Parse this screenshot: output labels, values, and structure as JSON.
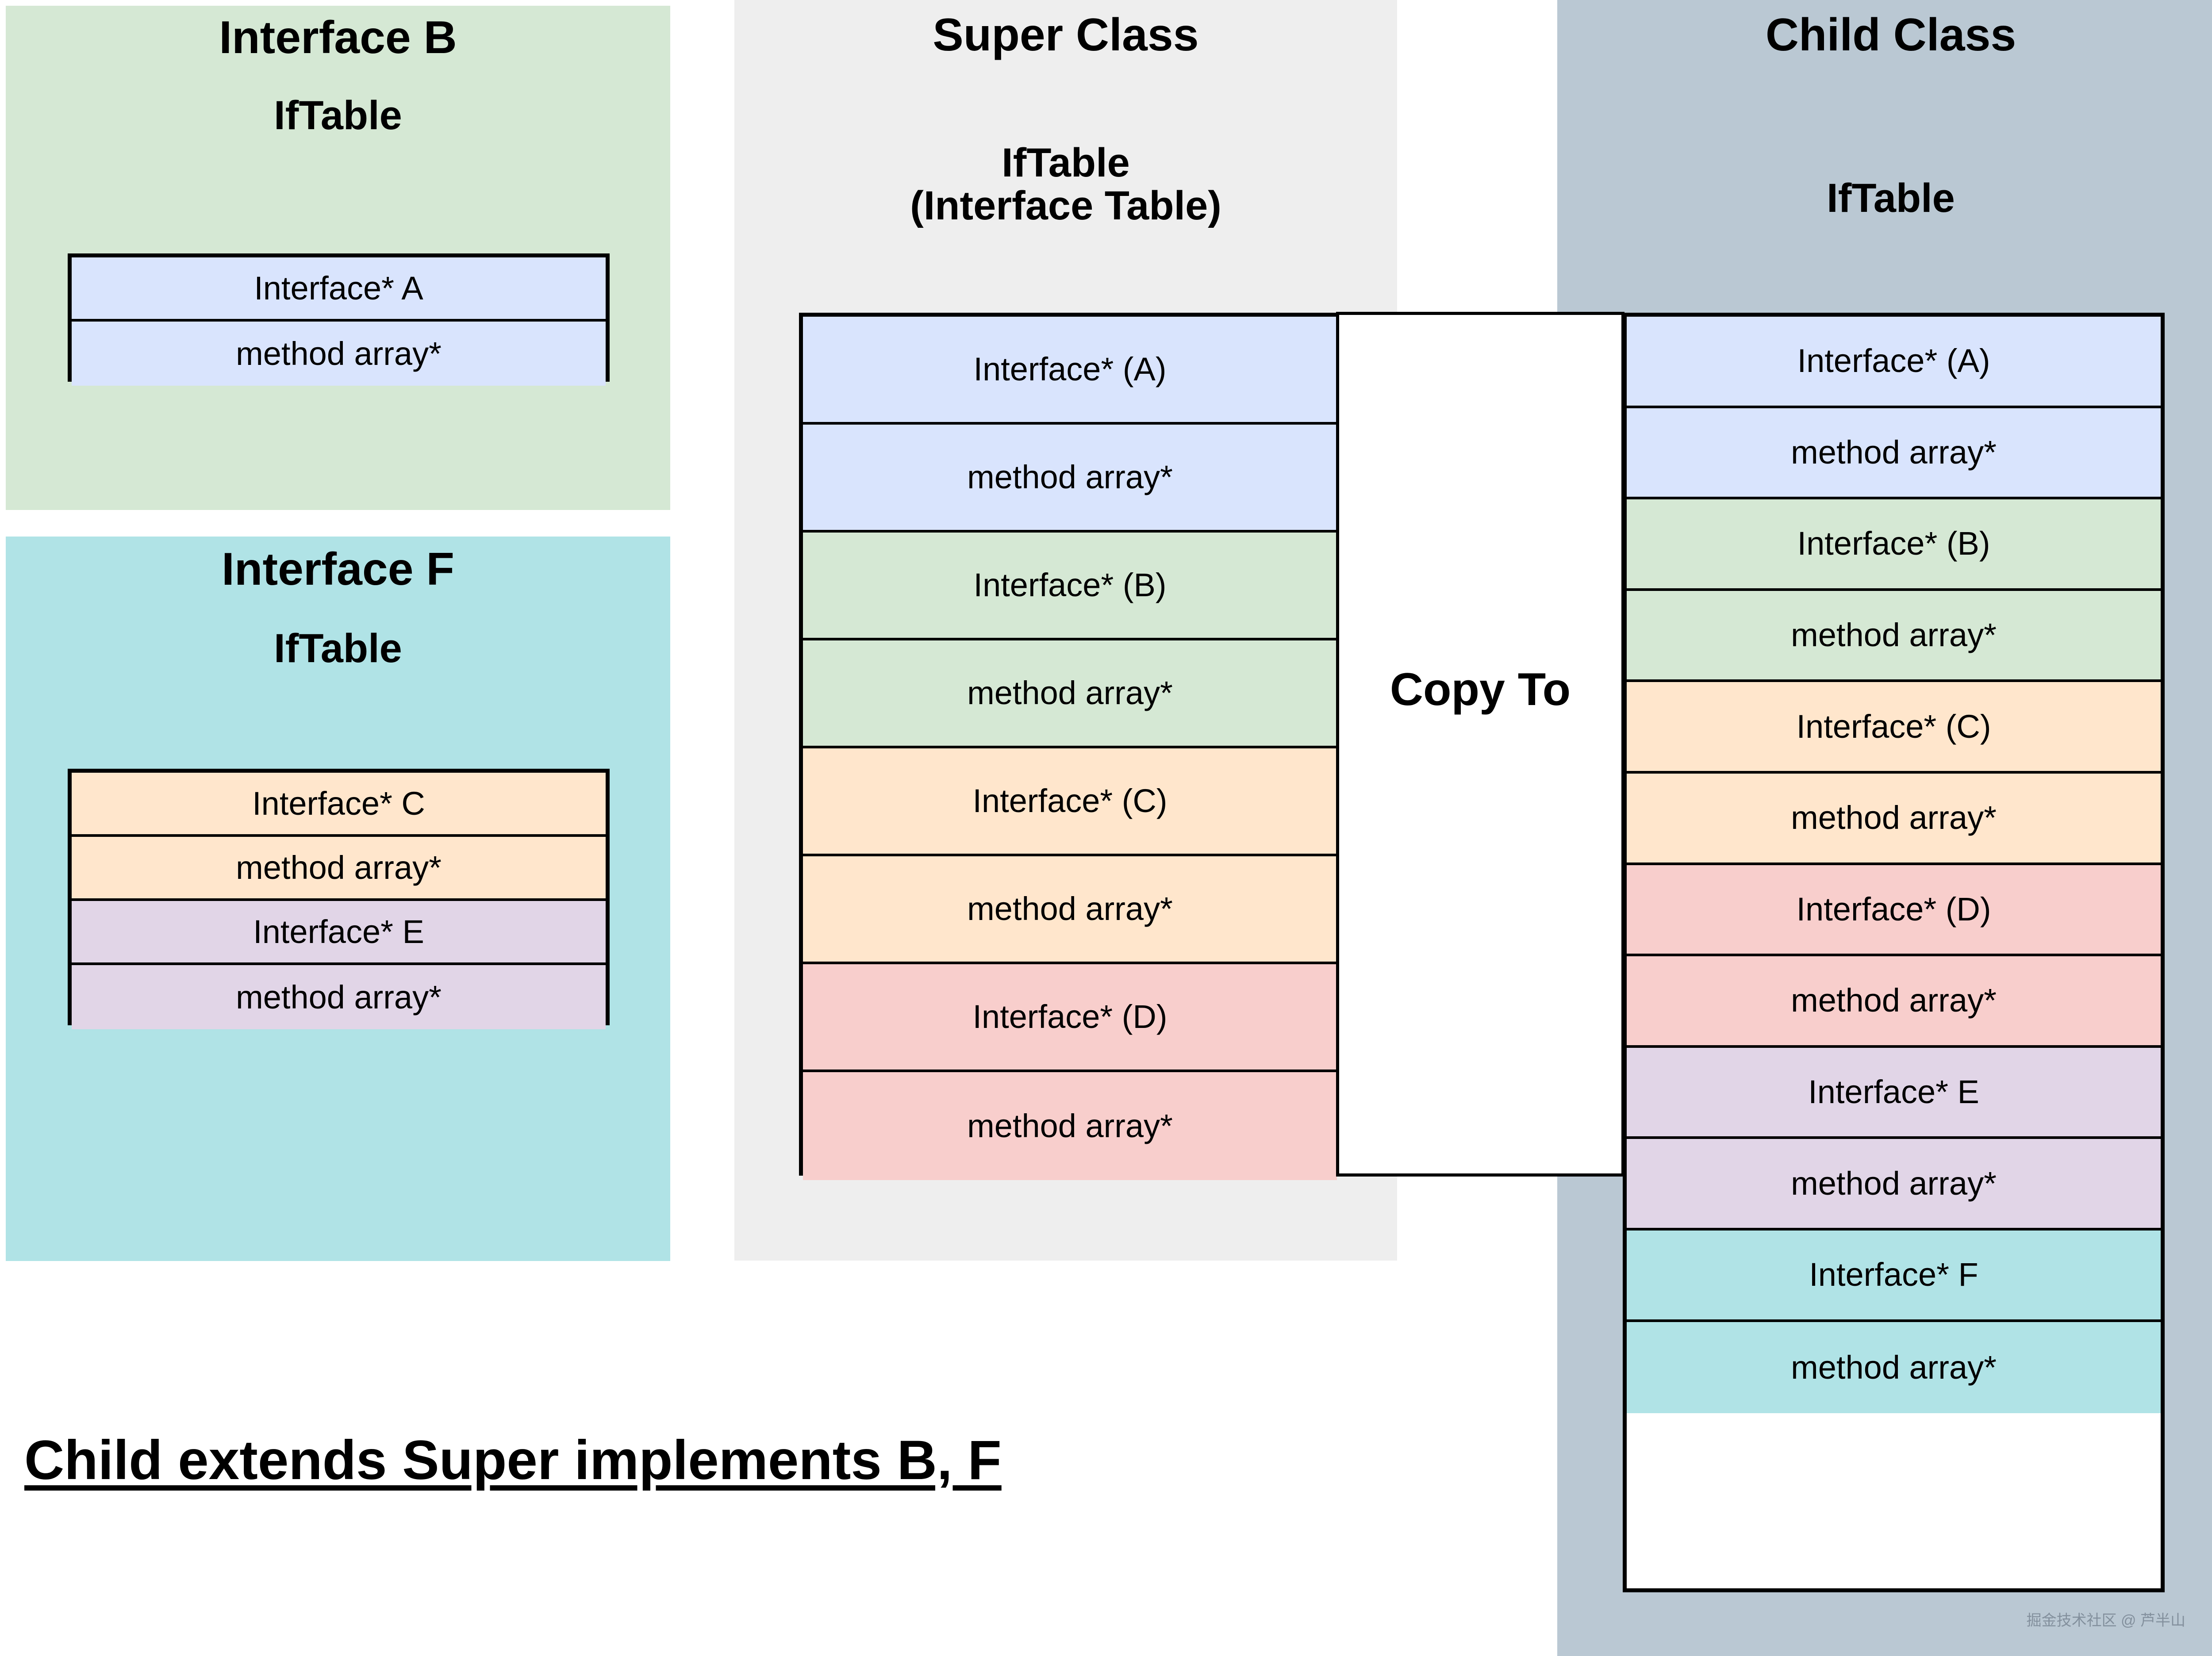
{
  "palette": {
    "blue": "#d9e4fd",
    "green": "#d5e8d4",
    "orange": "#ffe6cc",
    "pink": "#f8cecc",
    "purple": "#e1d5e7",
    "teal": "#b0e3e6",
    "panel_green": "#d5e8d4",
    "panel_teal": "#b0e3e6",
    "panel_gray": "#eeeeee",
    "panel_bluegray": "#bac8d3",
    "border": "#000000",
    "watermark": "#7a8794"
  },
  "interface_b": {
    "title": "Interface B",
    "subtitle": "IfTable",
    "rows": [
      {
        "label": "Interface* A",
        "color": "#d9e4fd"
      },
      {
        "label": "method array*",
        "color": "#d9e4fd"
      }
    ]
  },
  "interface_f": {
    "title": "Interface F",
    "subtitle": "IfTable",
    "rows": [
      {
        "label": "Interface* C",
        "color": "#ffe6cc"
      },
      {
        "label": "method array*",
        "color": "#ffe6cc"
      },
      {
        "label": "Interface* E",
        "color": "#e1d5e7"
      },
      {
        "label": "method array*",
        "color": "#e1d5e7"
      }
    ]
  },
  "super_class": {
    "title": "Super Class",
    "subtitle": "IfTable\n(Interface Table)",
    "rows": [
      {
        "label": "Interface* (A)",
        "color": "#d9e4fd"
      },
      {
        "label": "method array*",
        "color": "#d9e4fd"
      },
      {
        "label": "Interface* (B)",
        "color": "#d5e8d4"
      },
      {
        "label": "method array*",
        "color": "#d5e8d4"
      },
      {
        "label": "Interface* (C)",
        "color": "#ffe6cc"
      },
      {
        "label": "method array*",
        "color": "#ffe6cc"
      },
      {
        "label": "Interface* (D)",
        "color": "#f8cecc"
      },
      {
        "label": "method array*",
        "color": "#f8cecc"
      }
    ]
  },
  "child_class": {
    "title": "Child Class",
    "subtitle": "IfTable",
    "rows": [
      {
        "label": "Interface* (A)",
        "color": "#d9e4fd"
      },
      {
        "label": "method array*",
        "color": "#d9e4fd"
      },
      {
        "label": "Interface* (B)",
        "color": "#d5e8d4"
      },
      {
        "label": "method array*",
        "color": "#d5e8d4"
      },
      {
        "label": "Interface* (C)",
        "color": "#ffe6cc"
      },
      {
        "label": "method array*",
        "color": "#ffe6cc"
      },
      {
        "label": "Interface* (D)",
        "color": "#f8cecc"
      },
      {
        "label": "method array*",
        "color": "#f8cecc"
      },
      {
        "label": "Interface* E",
        "color": "#e1d5e7"
      },
      {
        "label": "method array*",
        "color": "#e1d5e7"
      },
      {
        "label": "Interface* F",
        "color": "#b0e3e6"
      },
      {
        "label": "method array*",
        "color": "#b0e3e6"
      }
    ]
  },
  "connector": {
    "label": "Copy To"
  },
  "caption": "Child extends Super implements B, F",
  "watermark": "掘金技术社区 @ 芦半山"
}
